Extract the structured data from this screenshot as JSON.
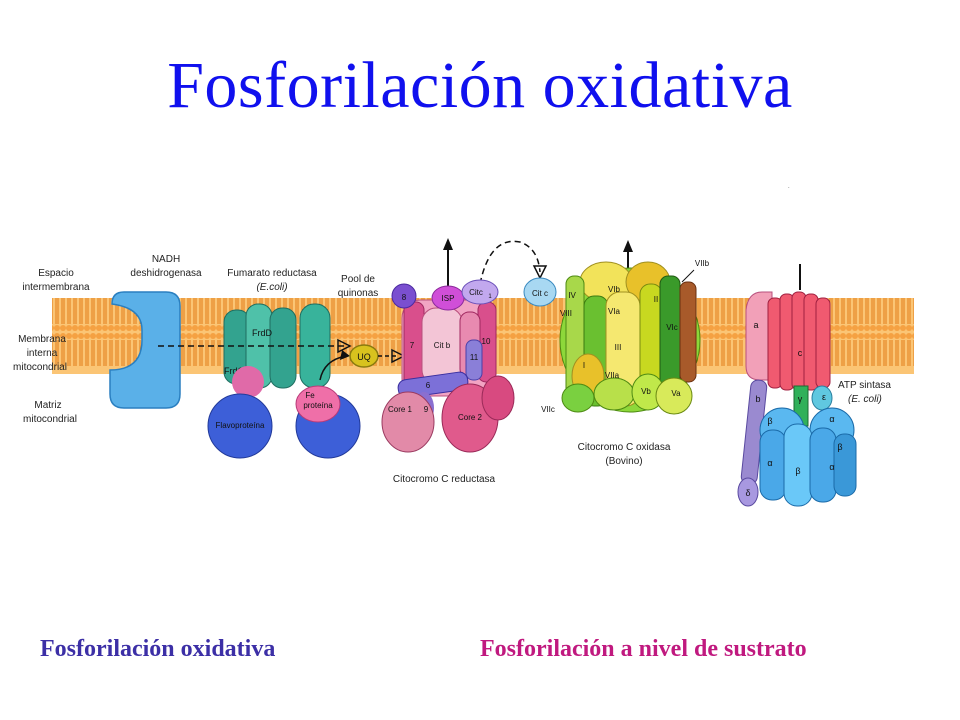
{
  "title": "Fosforilación oxidativa",
  "captions": {
    "left": "Fosforilación oxidativa",
    "right": "Fosforilación a nivel de sustrato"
  },
  "colors": {
    "title": "#1010ee",
    "caption_left": "#3c2fa6",
    "caption_right": "#c0197f",
    "membrane": "#f5a142"
  },
  "side_labels": {
    "space_1": "Espacio",
    "space_2": "intermembrana",
    "membrane_1": "Membrana",
    "membrane_2": "interna",
    "membrane_3": "mitocondrial",
    "matrix_1": "Matriz",
    "matrix_2": "mitocondrial"
  },
  "complex_1": {
    "label_1": "NADH",
    "label_2": "deshidrogenasa"
  },
  "complex_2": {
    "label_1": "Fumarato reductasa",
    "label_2": "(E.coli)",
    "frdd": "FrdD",
    "frdc": "FrdC",
    "flavo": "Flavoproteína",
    "fe_1": "Fe",
    "fe_2": "proteína"
  },
  "quinone": {
    "label_1": "Pool de",
    "label_2": "quinonas",
    "uq": "UQ"
  },
  "complex_3": {
    "label": "Citocromo C reductasa",
    "s8": "8",
    "isp": "ISP",
    "citc1": "Citc",
    "citc1_sub": "1",
    "s7": "7",
    "citb": "Cit b",
    "s10": "10",
    "s11": "11",
    "s6": "6",
    "s9": "9",
    "core1": "Core 1",
    "core2": "Core 2"
  },
  "cytc": "Cit c",
  "complex_4": {
    "label_1": "Citocromo C oxidasa",
    "label_2": "(Bovino)",
    "viib": "VIIb",
    "iv": "IV",
    "vib": "VIb",
    "ii": "II",
    "viii": "VIII",
    "via": "VIa",
    "vic": "VIc",
    "iii": "III",
    "i": "I",
    "viia": "VIIa",
    "vb": "Vb",
    "va": "Va",
    "viic": "VIIc"
  },
  "atp_synthase": {
    "label_1": "ATP sintasa",
    "label_2": "(E. coli)",
    "a": "a",
    "b": "b",
    "c": "c",
    "gamma": "γ",
    "epsilon": "ε",
    "beta_1": "β",
    "alpha_1": "α",
    "beta_2": "β",
    "alpha_2": "α",
    "delta": "δ",
    "beta_3": "β",
    "alpha_3": "α"
  }
}
